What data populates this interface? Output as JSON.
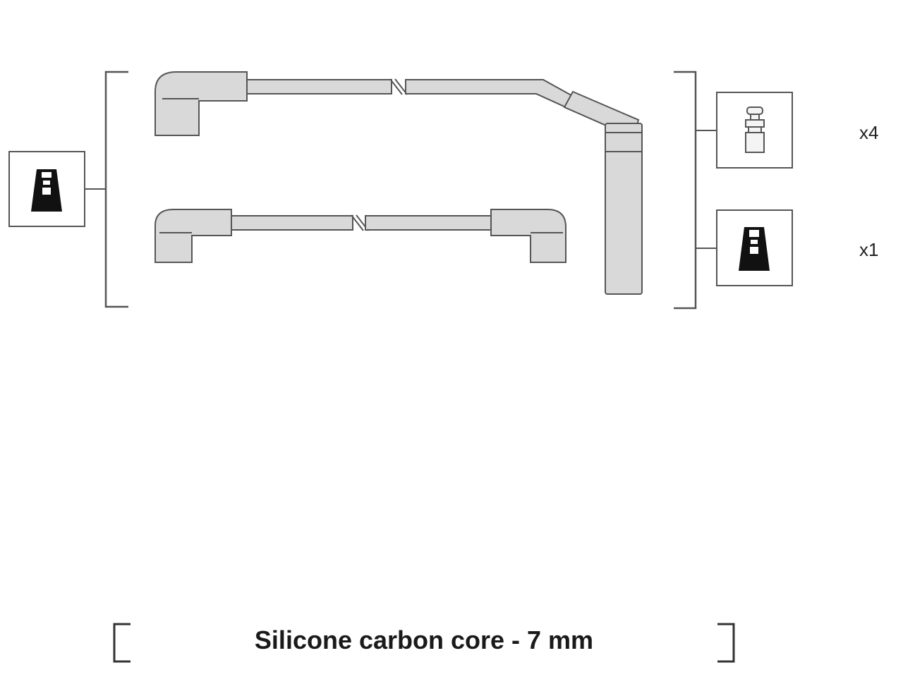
{
  "diagram": {
    "quantities": {
      "plug_end": "x4",
      "coil_end": "x1"
    },
    "caption": "Silicone carbon core - 7 mm",
    "colors": {
      "line": "#555555",
      "wire_fill": "#d9d9d9",
      "icon_fill": "#111111",
      "background": "#ffffff"
    },
    "icons": {
      "left_box": "distributor-cap-connector-icon",
      "right_top_box": "spark-plug-terminal-icon",
      "right_bottom_box": "coil-connector-icon"
    }
  }
}
